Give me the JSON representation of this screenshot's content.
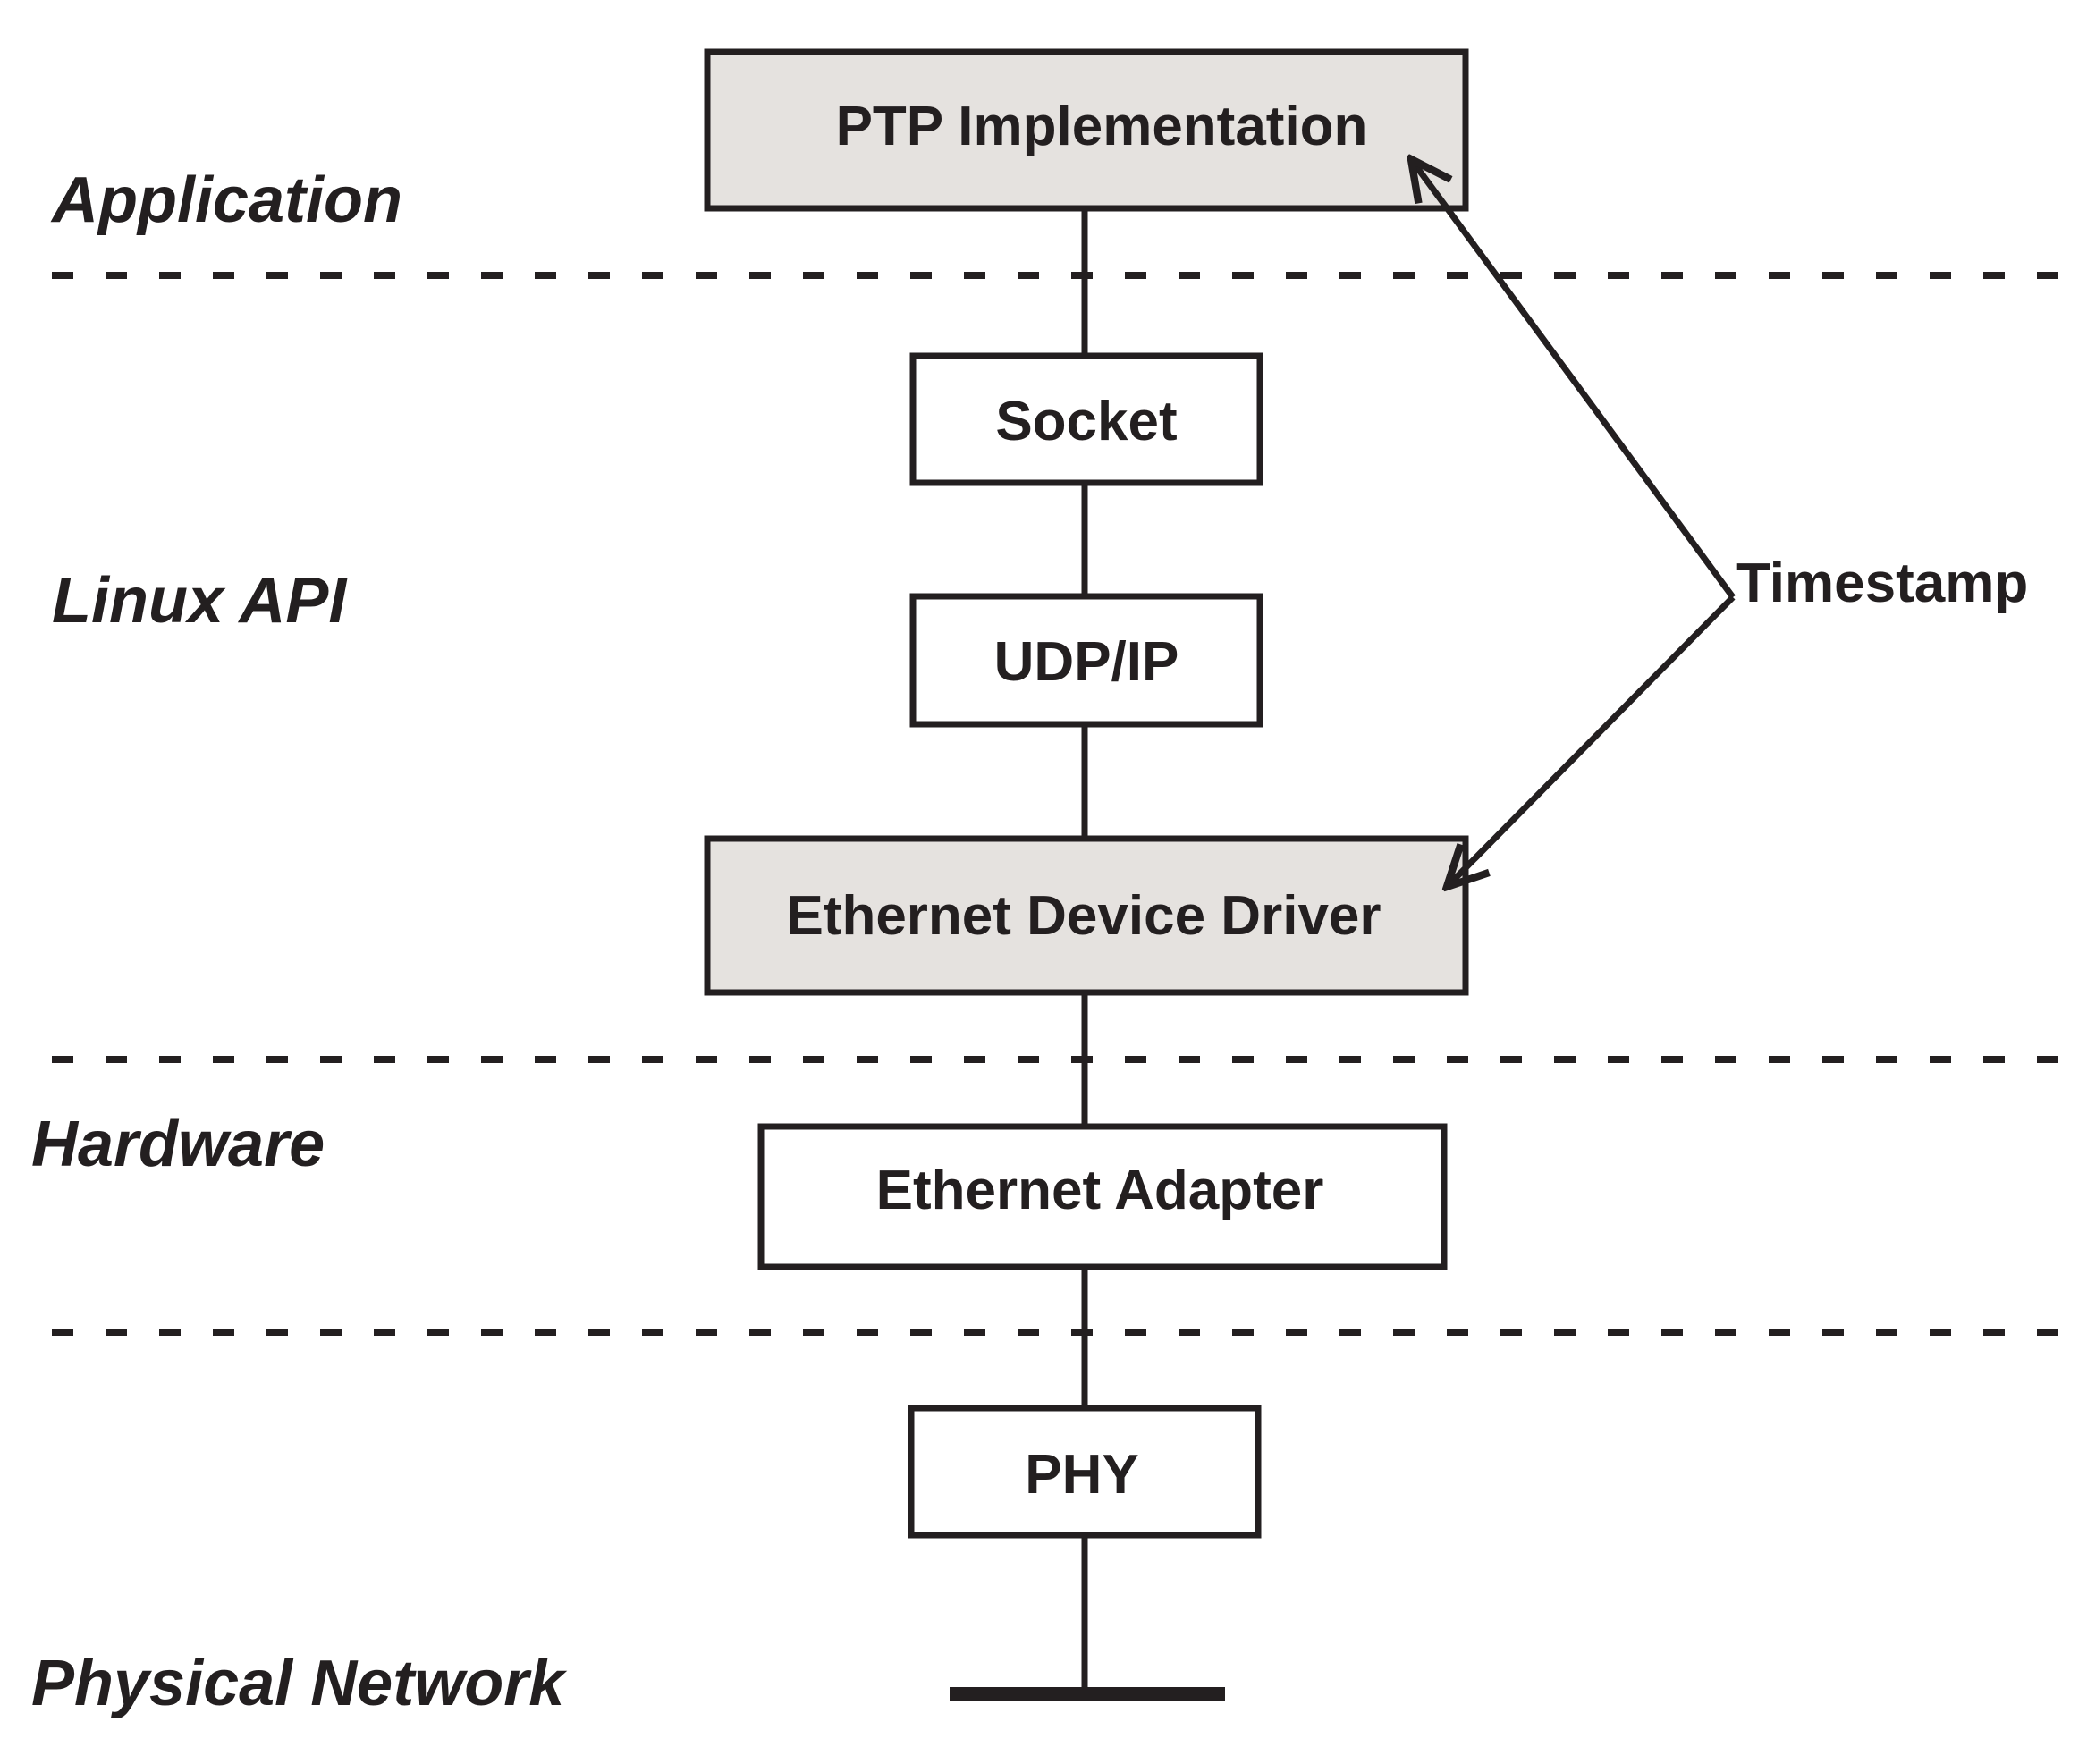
{
  "colors": {
    "ink": "#231f20",
    "highlight_fill": "#e5e2df",
    "plain_fill": "#ffffff"
  },
  "layers": {
    "application": "Application",
    "linux_api": "Linux API",
    "hardware": "Hardware",
    "physical_network": "Physical Network"
  },
  "boxes": {
    "ptp_implementation": "PTP Implementation",
    "socket": "Socket",
    "udp_ip": "UDP/IP",
    "ethernet_device_driver": "Ethernet Device Driver",
    "ethernet_adapter": "Ethernet Adapter",
    "phy": "PHY"
  },
  "callout": {
    "timestamp": "Timestamp"
  }
}
